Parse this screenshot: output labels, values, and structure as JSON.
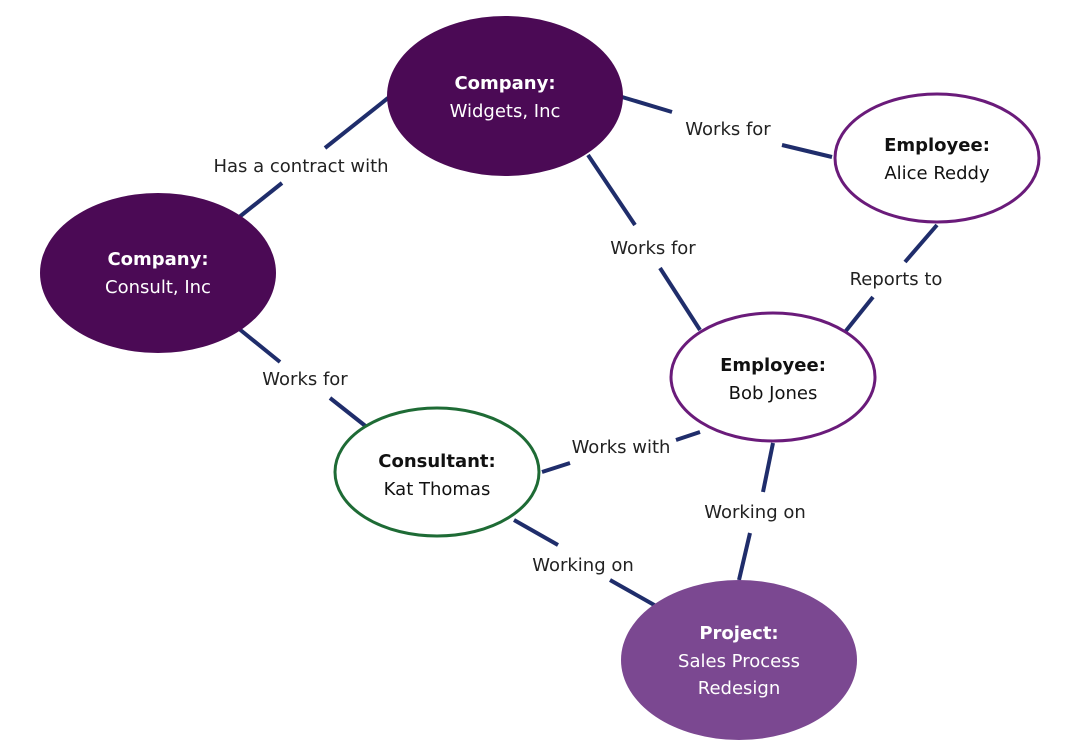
{
  "colors": {
    "company_fill": "#4b0a55",
    "project_fill": "#7b4891",
    "employee_stroke": "#6a1b7a",
    "consultant_stroke": "#1e6b35",
    "edge": "#1f2d6b",
    "light_text": "#ffffff",
    "dark_text": "#111111"
  },
  "nodes": {
    "widgets": {
      "type": "Company:",
      "name": "Widgets, Inc"
    },
    "consult": {
      "type": "Company:",
      "name": "Consult, Inc"
    },
    "alice": {
      "type": "Employee:",
      "name": "Alice Reddy"
    },
    "bob": {
      "type": "Employee:",
      "name": "Bob Jones"
    },
    "kat": {
      "type": "Consultant:",
      "name": "Kat Thomas"
    },
    "project": {
      "type": "Project:",
      "name_line1": "Sales Process",
      "name_line2": "Redesign"
    }
  },
  "edges": {
    "consult_widgets": "Has a contract with",
    "alice_widgets": "Works for",
    "bob_widgets": "Works for",
    "bob_alice": "Reports to",
    "kat_consult": "Works for",
    "kat_bob": "Works with",
    "bob_project": "Working on",
    "kat_project": "Working on"
  }
}
